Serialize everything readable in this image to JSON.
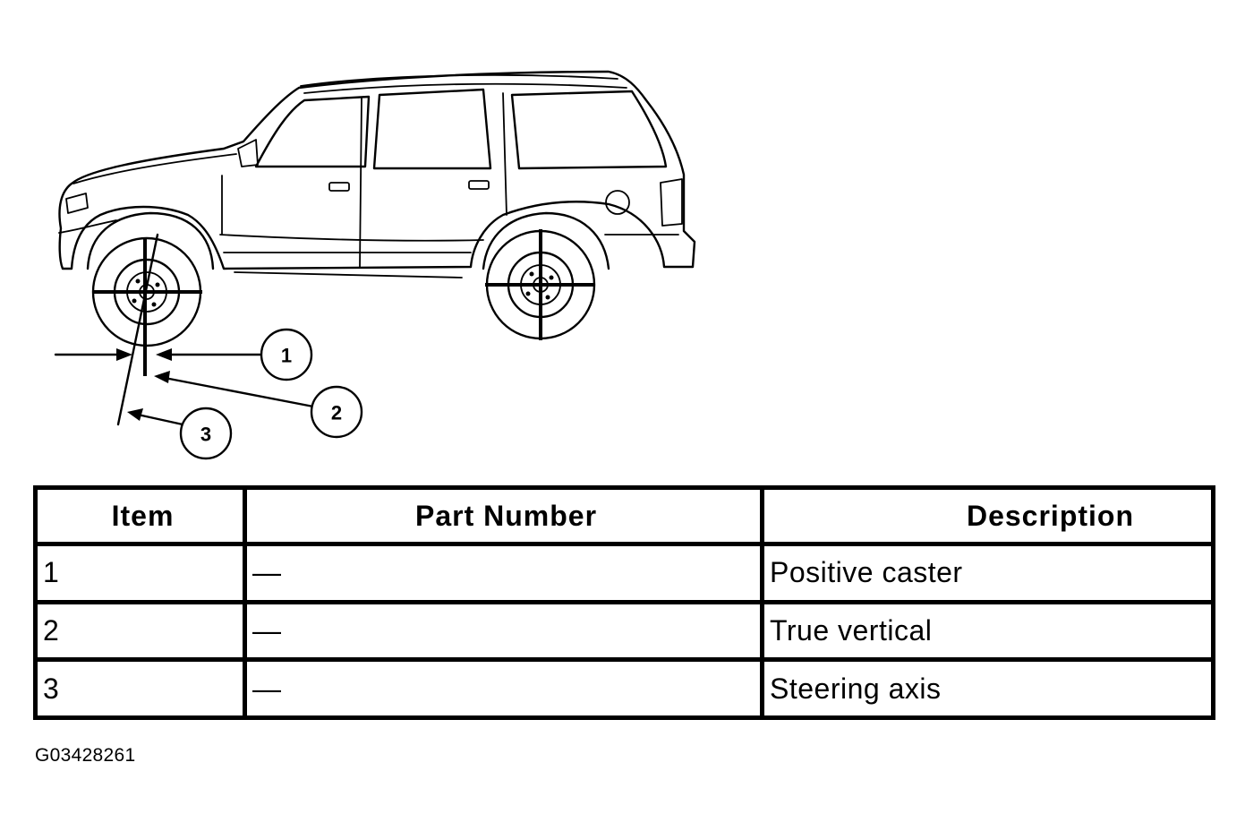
{
  "callouts": [
    "1",
    "2",
    "3"
  ],
  "table": {
    "headers": {
      "item": "Item",
      "part_number": "Part Number",
      "description": "Description"
    },
    "rows": [
      {
        "item": "1",
        "part_number": "—",
        "description": "Positive caster"
      },
      {
        "item": "2",
        "part_number": "—",
        "description": "True vertical"
      },
      {
        "item": "3",
        "part_number": "—",
        "description": "Steering axis"
      }
    ]
  },
  "figure_id": "G03428261"
}
